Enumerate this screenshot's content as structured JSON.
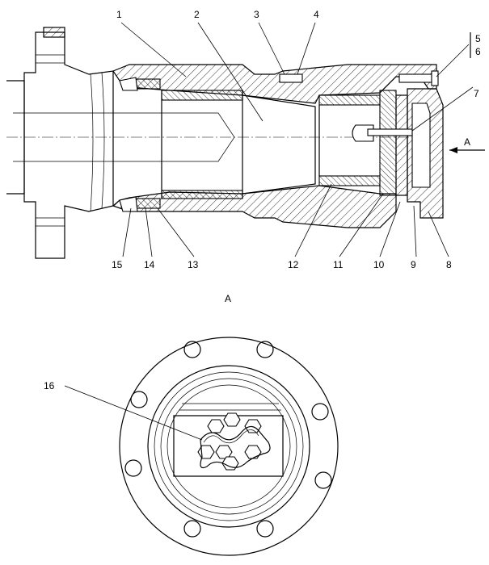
{
  "callouts": [
    {
      "id": "c1",
      "label": "1"
    },
    {
      "id": "c2",
      "label": "2"
    },
    {
      "id": "c3",
      "label": "3"
    },
    {
      "id": "c4",
      "label": "4"
    },
    {
      "id": "c5",
      "label": "5"
    },
    {
      "id": "c6",
      "label": "6"
    },
    {
      "id": "c7",
      "label": "7"
    },
    {
      "id": "c8",
      "label": "8"
    },
    {
      "id": "c9",
      "label": "9"
    },
    {
      "id": "c10",
      "label": "10"
    },
    {
      "id": "c11",
      "label": "11"
    },
    {
      "id": "c12",
      "label": "12"
    },
    {
      "id": "c13",
      "label": "13"
    },
    {
      "id": "c14",
      "label": "14"
    },
    {
      "id": "c15",
      "label": "15"
    },
    {
      "id": "c16",
      "label": "16"
    }
  ],
  "view_arrow_label": "A",
  "view_title": "A"
}
